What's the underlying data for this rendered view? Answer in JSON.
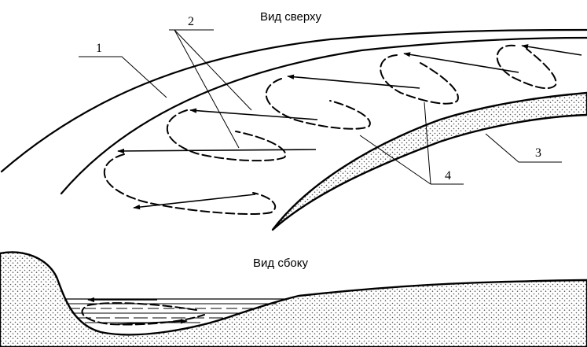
{
  "captions": {
    "top_view": "Вид сверху",
    "side_view": "Вид сбоку"
  },
  "labels": {
    "one": "1",
    "two": "2",
    "three": "3",
    "four": "4"
  }
}
